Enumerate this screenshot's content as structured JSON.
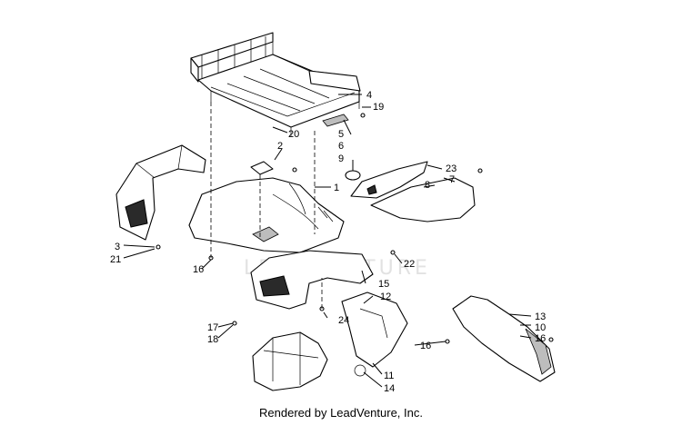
{
  "diagram": {
    "callouts": [
      {
        "id": "c4",
        "text": "4"
      },
      {
        "id": "c19",
        "text": "19"
      },
      {
        "id": "c20",
        "text": "20"
      },
      {
        "id": "c5",
        "text": "5"
      },
      {
        "id": "c6",
        "text": "6"
      },
      {
        "id": "c9",
        "text": "9"
      },
      {
        "id": "c2",
        "text": "2"
      },
      {
        "id": "c1",
        "text": "1"
      },
      {
        "id": "c23",
        "text": "23"
      },
      {
        "id": "c7",
        "text": "7"
      },
      {
        "id": "c8",
        "text": "8"
      },
      {
        "id": "c3",
        "text": "3"
      },
      {
        "id": "c21",
        "text": "21"
      },
      {
        "id": "c16a",
        "text": "16"
      },
      {
        "id": "c22",
        "text": "22"
      },
      {
        "id": "c15",
        "text": "15"
      },
      {
        "id": "c12",
        "text": "12"
      },
      {
        "id": "c13",
        "text": "13"
      },
      {
        "id": "c10",
        "text": "10"
      },
      {
        "id": "c16b",
        "text": "16"
      },
      {
        "id": "c24",
        "text": "24"
      },
      {
        "id": "c17",
        "text": "17"
      },
      {
        "id": "c18",
        "text": "18"
      },
      {
        "id": "c16c",
        "text": "16"
      },
      {
        "id": "c11",
        "text": "11"
      },
      {
        "id": "c14",
        "text": "14"
      }
    ],
    "watermark": "LEADVENTURE"
  },
  "footer": {
    "credit": "Rendered by LeadVenture, Inc."
  }
}
